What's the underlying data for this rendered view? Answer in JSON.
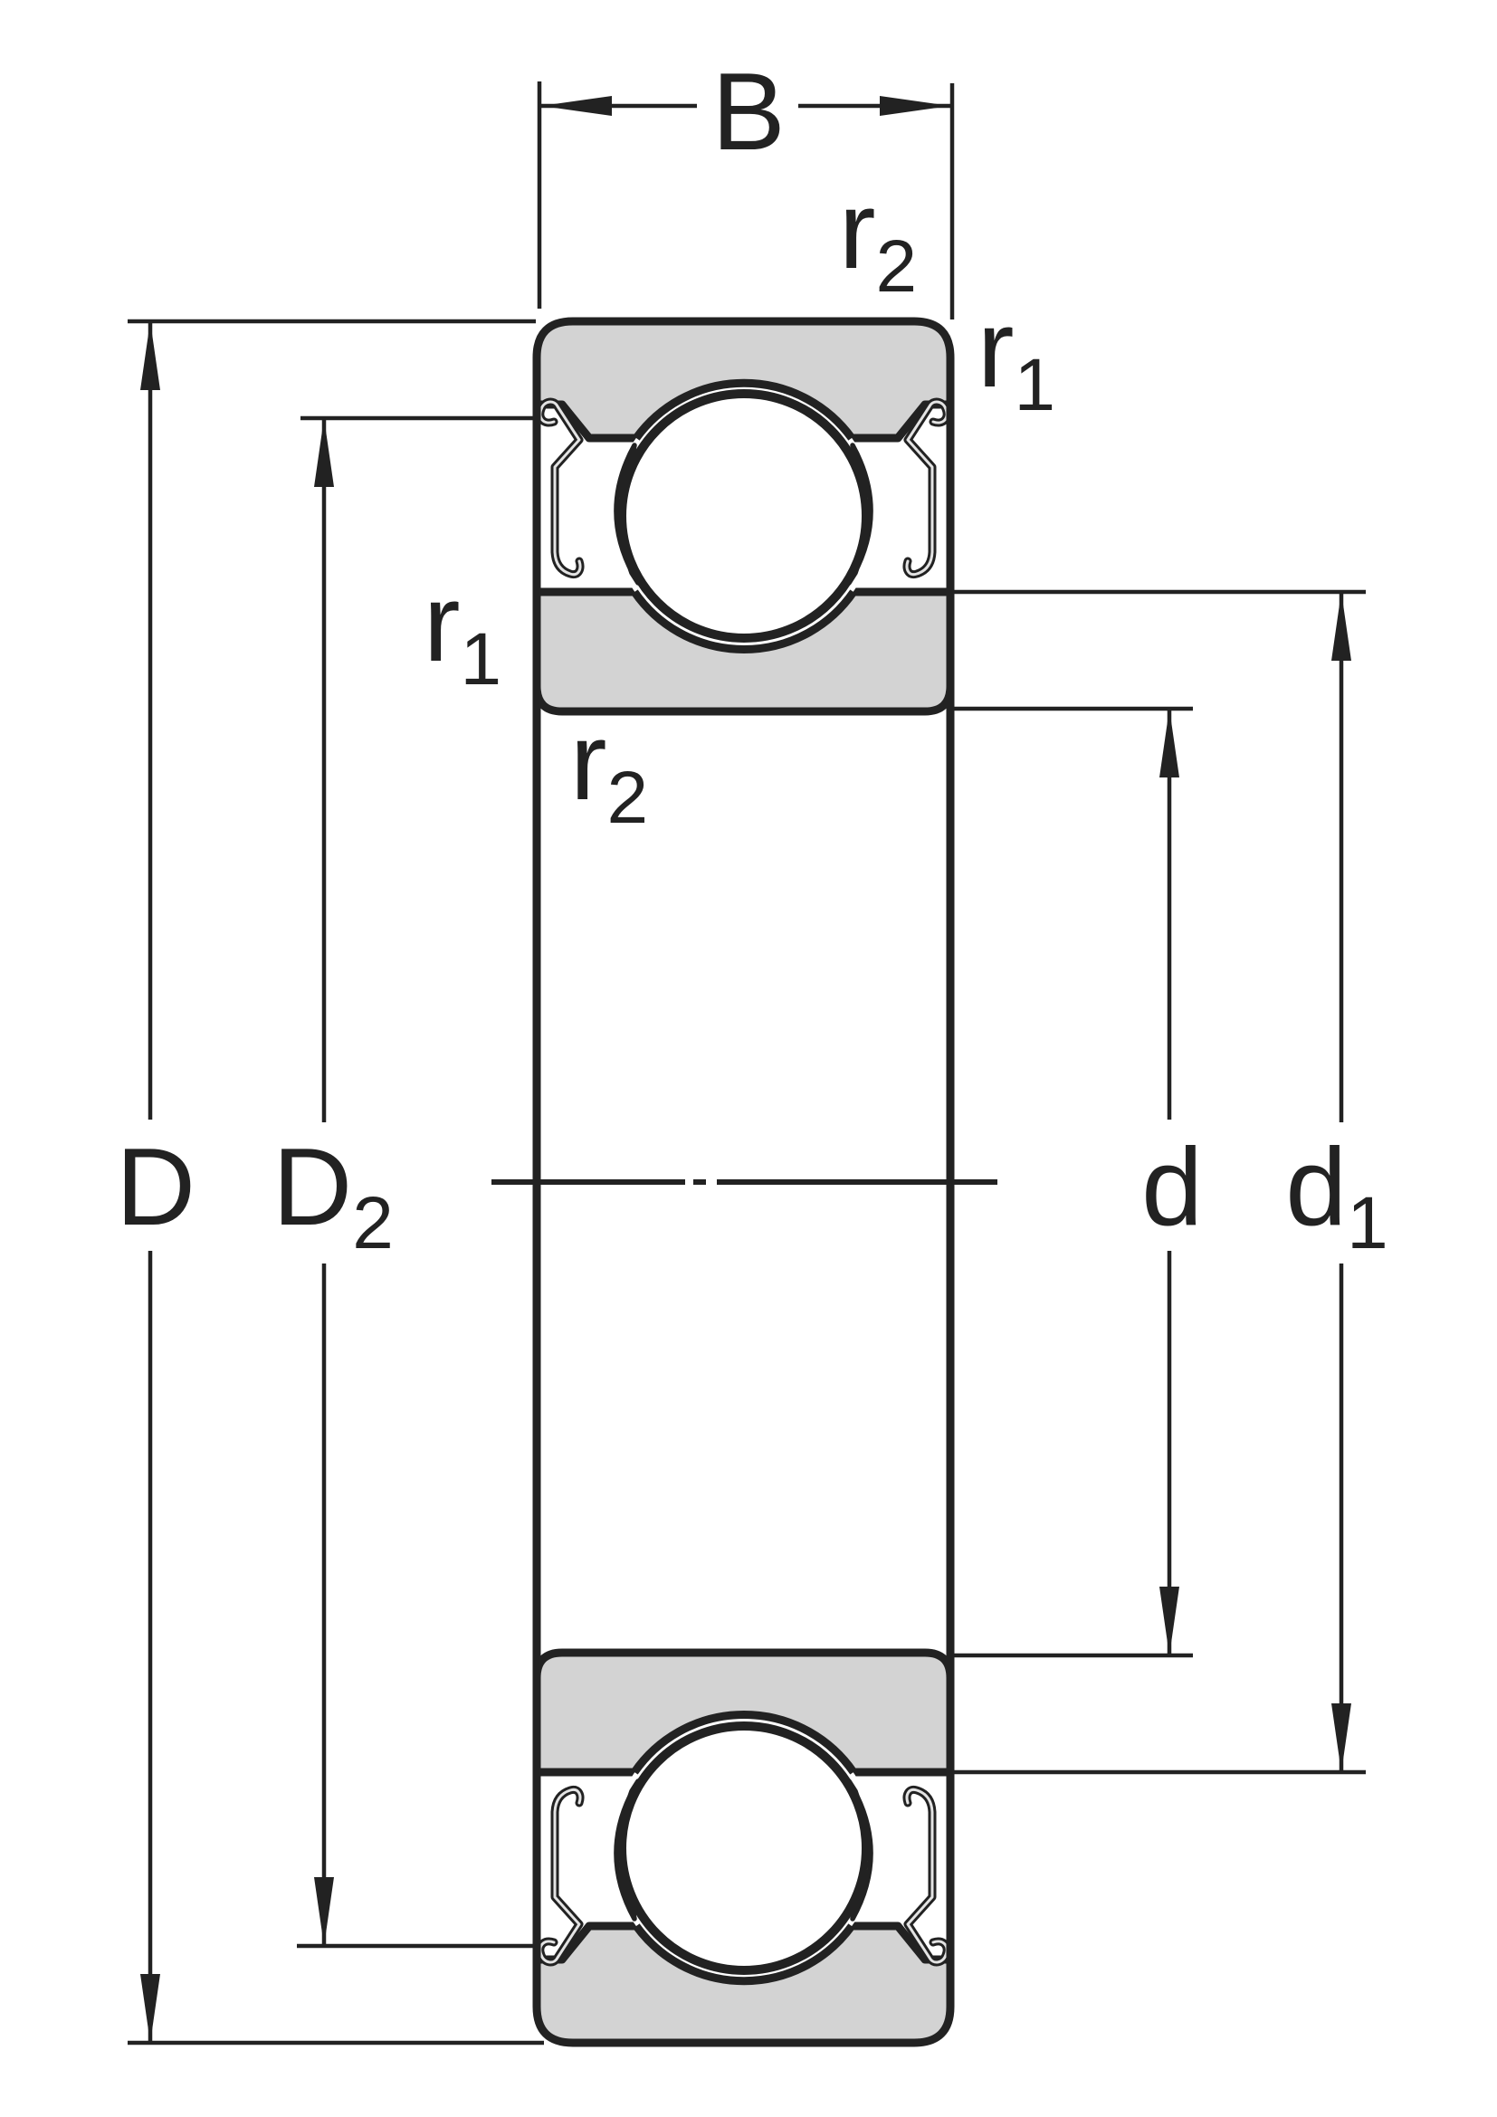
{
  "figure": {
    "kind": "technical-drawing",
    "subject": "deep groove ball bearing cross-section with shields, dimension diagram"
  },
  "colors": {
    "line": "#222222",
    "ring_fill": "#d3d3d3",
    "cage_fill": "#dadada",
    "shield_fill": "#e3e3e3",
    "paper": "#ffffff"
  },
  "labels": {
    "b": "B",
    "D": "D",
    "D2": {
      "main": "D",
      "sub": "2"
    },
    "d": "d",
    "d1": {
      "main": "d",
      "sub": "1"
    },
    "r1": {
      "main": "r",
      "sub": "1"
    },
    "r2": {
      "main": "r",
      "sub": "2"
    }
  },
  "parts": {
    "outer-ring": "outer ring cross-section",
    "inner-ring": "inner ring cross-section",
    "ball": "rolling element (ball)",
    "shield": "metal shield (Z)",
    "cage": "ball cage",
    "centerline": "bearing axis centerline"
  }
}
